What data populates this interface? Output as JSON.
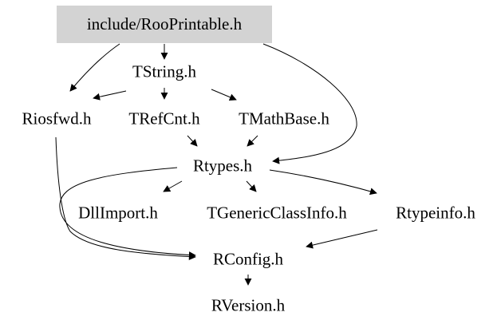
{
  "graph": {
    "root": "include/RooPrintable.h",
    "nodes": {
      "tstring": "TString.h",
      "riosfwd": "Riosfwd.h",
      "trefcnt": "TRefCnt.h",
      "tmathbase": "TMathBase.h",
      "rtypes": "Rtypes.h",
      "dllimport": "DllImport.h",
      "tgenericclassinfo": "TGenericClassInfo.h",
      "rtypeinfo": "Rtypeinfo.h",
      "rconfig": "RConfig.h",
      "rversion": "RVersion.h"
    },
    "edges": [
      [
        "include/RooPrintable.h",
        "TString.h"
      ],
      [
        "include/RooPrintable.h",
        "Riosfwd.h"
      ],
      [
        "include/RooPrintable.h",
        "Rtypes.h"
      ],
      [
        "TString.h",
        "Riosfwd.h"
      ],
      [
        "TString.h",
        "TRefCnt.h"
      ],
      [
        "TString.h",
        "TMathBase.h"
      ],
      [
        "TRefCnt.h",
        "Rtypes.h"
      ],
      [
        "TMathBase.h",
        "Rtypes.h"
      ],
      [
        "Rtypes.h",
        "DllImport.h"
      ],
      [
        "Rtypes.h",
        "TGenericClassInfo.h"
      ],
      [
        "Rtypes.h",
        "Rtypeinfo.h"
      ],
      [
        "Rtypes.h",
        "RConfig.h"
      ],
      [
        "Riosfwd.h",
        "RConfig.h"
      ],
      [
        "Rtypeinfo.h",
        "RConfig.h"
      ],
      [
        "RConfig.h",
        "RVersion.h"
      ]
    ]
  }
}
